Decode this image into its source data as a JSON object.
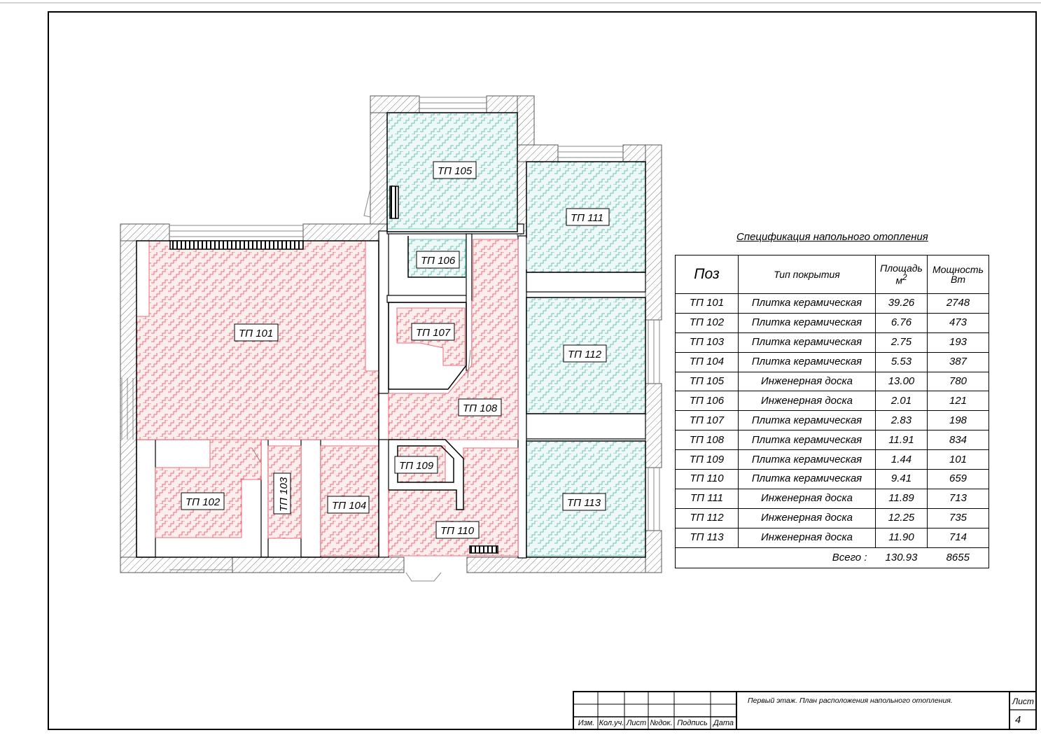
{
  "spec": {
    "title": "Спецификация напольного отопления",
    "headers": {
      "poz": "Поз",
      "type": "Тип покрытия",
      "area_line1": "Площадь",
      "area_line2": "м",
      "power_line1": "Мощность",
      "power_line2": "Вт"
    },
    "rows": [
      {
        "poz": "ТП 101",
        "type": "Плитка керамическая",
        "area": "39.26",
        "power": "2748"
      },
      {
        "poz": "ТП 102",
        "type": "Плитка керамическая",
        "area": "6.76",
        "power": "473"
      },
      {
        "poz": "ТП 103",
        "type": "Плитка керамическая",
        "area": "2.75",
        "power": "193"
      },
      {
        "poz": "ТП 104",
        "type": "Плитка керамическая",
        "area": "5.53",
        "power": "387"
      },
      {
        "poz": "ТП 105",
        "type": "Инженерная доска",
        "area": "13.00",
        "power": "780"
      },
      {
        "poz": "ТП 106",
        "type": "Инженерная доска",
        "area": "2.01",
        "power": "121"
      },
      {
        "poz": "ТП 107",
        "type": "Плитка керамическая",
        "area": "2.83",
        "power": "198"
      },
      {
        "poz": "ТП 108",
        "type": "Плитка керамическая",
        "area": "11.91",
        "power": "834"
      },
      {
        "poz": "ТП 109",
        "type": "Плитка керамическая",
        "area": "1.44",
        "power": "101"
      },
      {
        "poz": "ТП 110",
        "type": "Плитка керамическая",
        "area": "9.41",
        "power": "659"
      },
      {
        "poz": "ТП 111",
        "type": "Инженерная доска",
        "area": "11.89",
        "power": "713"
      },
      {
        "poz": "ТП 112",
        "type": "Инженерная доска",
        "area": "12.25",
        "power": "735"
      },
      {
        "poz": "ТП 113",
        "type": "Инженерная доска",
        "area": "11.90",
        "power": "714"
      }
    ],
    "total_label": "Всего :",
    "total_area": "130.93",
    "total_power": "8655"
  },
  "rooms": {
    "tp101": "ТП 101",
    "tp102": "ТП 102",
    "tp103": "ТП 103",
    "tp104": "ТП 104",
    "tp105": "ТП 105",
    "tp106": "ТП 106",
    "tp107": "ТП 107",
    "tp108": "ТП 108",
    "tp109": "ТП 109",
    "tp110": "ТП 110",
    "tp111": "ТП 111",
    "tp112": "ТП 112",
    "tp113": "ТП 113"
  },
  "title_block": {
    "description": "Первый этаж. План расположения напольного отопления.",
    "sheet_label": "Лист",
    "sheet_number": "4",
    "col_izm": "Изм.",
    "col_koluch": "Кол.уч.",
    "col_list": "Лист",
    "col_ndok": "№док.",
    "col_podpis": "Подпись",
    "col_data": "Дата"
  },
  "colors": {
    "tile_heating": "#ef6b77",
    "tile_fill": "#fdeeee",
    "wood_heating": "#6fc4bb",
    "wood_fill": "#eef8f6",
    "wall_hatch": "#777777"
  }
}
